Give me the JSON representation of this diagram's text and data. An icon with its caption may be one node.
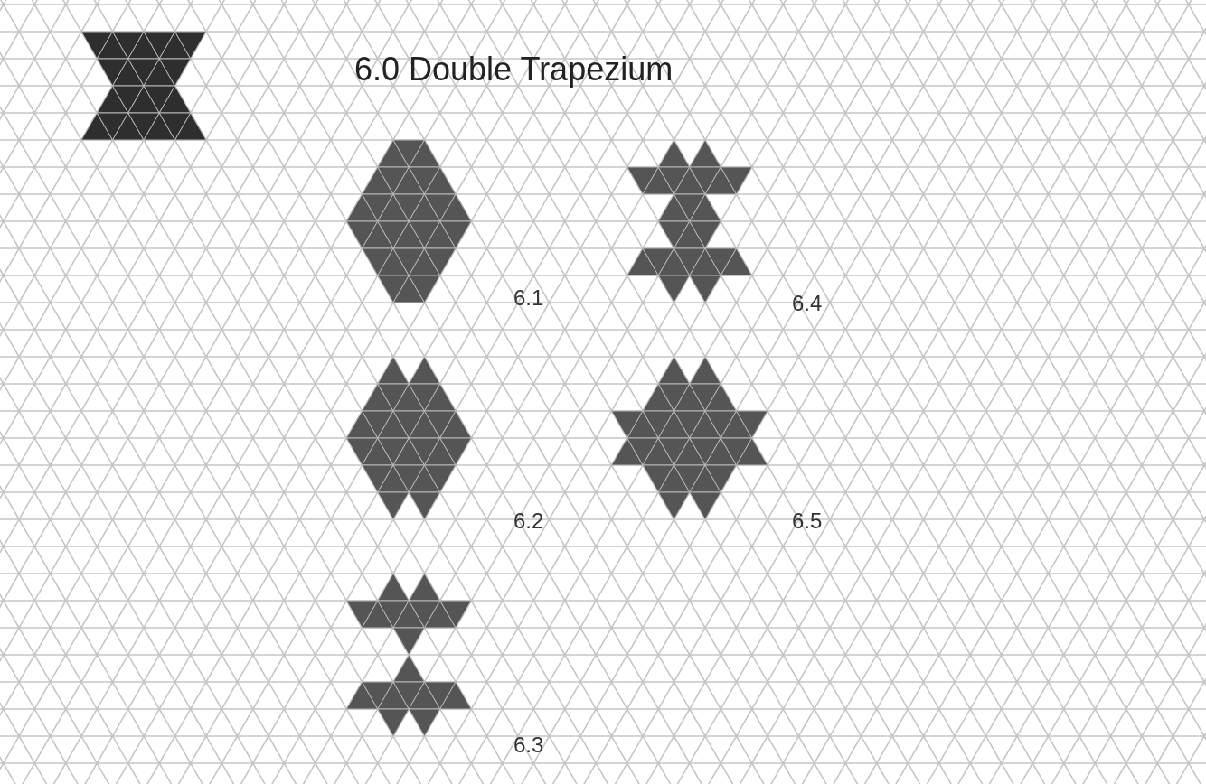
{
  "diagram": {
    "title": "6.0 Double Trapezium",
    "labels": [
      "6.1",
      "6.4",
      "6.2",
      "6.5",
      "6.3"
    ]
  }
}
